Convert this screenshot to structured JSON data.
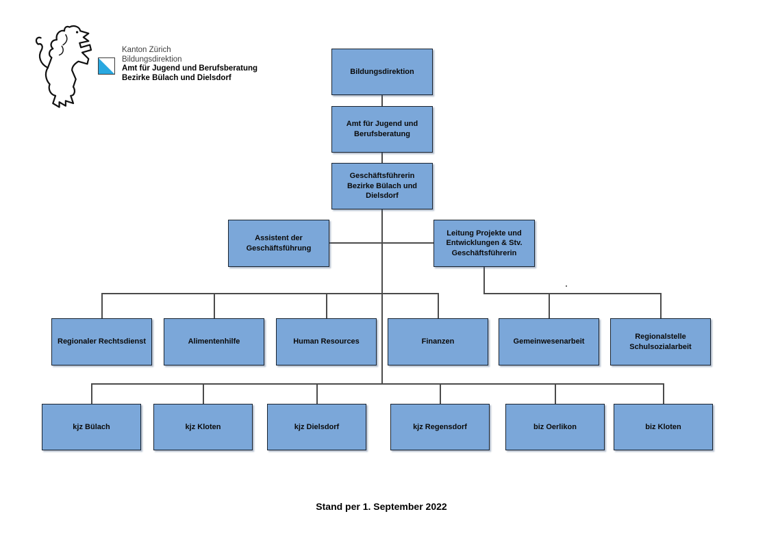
{
  "header": {
    "logo_lines": [
      {
        "text": "Kanton Zürich",
        "bold": false
      },
      {
        "text": "Bildungsdirektion",
        "bold": false
      },
      {
        "text": "Amt für Jugend und Berufsberatung",
        "bold": true
      },
      {
        "text": "Bezirke Bülach und Dielsdorf",
        "bold": true
      }
    ]
  },
  "org": {
    "bildungsdirektion": "Bildungsdirektion",
    "amt": "Amt für Jugend und Berufsberatung",
    "geschaeftsfuehrerin": "Geschäftsführerin Bezirke Bülach und Dielsdorf",
    "assistent": "Assistent der Geschäftsführung",
    "leitung": "Leitung Projekte und Entwicklungen & Stv. Geschäftsführerin",
    "rechtsdienst": "Regionaler Rechtsdienst",
    "alimentenhilfe": "Alimentenhilfe",
    "human_resources": "Human Resources",
    "finanzen": "Finanzen",
    "gemeinwesenarbeit": "Gemeinwesenarbeit",
    "schulsozialarbeit": "Regionalstelle Schulsozialarbeit",
    "kjz_buelach": "kjz Bülach",
    "kjz_kloten": "kjz Kloten",
    "kjz_dielsdorf": "kjz Dielsdorf",
    "kjz_regensdorf": "kjz Regensdorf",
    "biz_oerlikon": "biz Oerlikon",
    "biz_kloten": "biz Kloten"
  },
  "hierarchy_edges": [
    [
      "bildungsdirektion",
      "amt"
    ],
    [
      "amt",
      "geschaeftsfuehrerin"
    ],
    [
      "geschaeftsfuehrerin",
      "assistent"
    ],
    [
      "geschaeftsfuehrerin",
      "leitung"
    ],
    [
      "geschaeftsfuehrerin",
      "rechtsdienst"
    ],
    [
      "geschaeftsfuehrerin",
      "alimentenhilfe"
    ],
    [
      "geschaeftsfuehrerin",
      "human_resources"
    ],
    [
      "geschaeftsfuehrerin",
      "finanzen"
    ],
    [
      "leitung",
      "gemeinwesenarbeit"
    ],
    [
      "leitung",
      "schulsozialarbeit"
    ],
    [
      "geschaeftsfuehrerin",
      "kjz_buelach"
    ],
    [
      "geschaeftsfuehrerin",
      "kjz_kloten"
    ],
    [
      "geschaeftsfuehrerin",
      "kjz_dielsdorf"
    ],
    [
      "geschaeftsfuehrerin",
      "kjz_regensdorf"
    ],
    [
      "geschaeftsfuehrerin",
      "biz_oerlikon"
    ],
    [
      "geschaeftsfuehrerin",
      "biz_kloten"
    ]
  ],
  "footer": {
    "status_text": "Stand per 1. September 2022"
  },
  "colors": {
    "box_fill": "#7BA7D9",
    "box_border": "#18222E",
    "connector": "#4a4a4a",
    "flag_blue": "#29A8E0"
  }
}
